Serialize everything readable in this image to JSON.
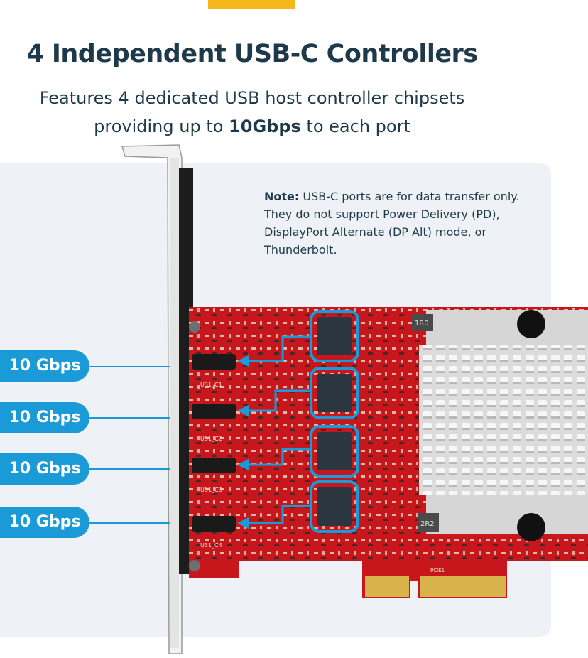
{
  "header": {
    "title": "4 Independent USB-C Controllers",
    "subtitle_before": "Features 4 dedicated USB host controller chipsets",
    "subtitle_line2_before": "providing up to ",
    "subtitle_bold": "10Gbps",
    "subtitle_after": " to each port"
  },
  "note": {
    "label": "Note:",
    "text": " USB-C ports are for data transfer only. They do not support Power Delivery (PD), DisplayPort Alternate (DP Alt) mode, or Thunderbolt."
  },
  "ports": [
    {
      "speed": "10 Gbps",
      "silk": "U31_C1"
    },
    {
      "speed": "10 Gbps",
      "silk": "U31_C2"
    },
    {
      "speed": "10 Gbps",
      "silk": "U31_C3"
    },
    {
      "speed": "10 Gbps",
      "silk": "U31_C4"
    }
  ],
  "board": {
    "inductor1": "1R0",
    "inductor2": "2R2",
    "pcie": "PCIE1"
  },
  "colors": {
    "accent": "#f5b71a",
    "highlight": "#1a9bd7",
    "pcb": "#c8161d",
    "text": "#1e3a4a"
  }
}
